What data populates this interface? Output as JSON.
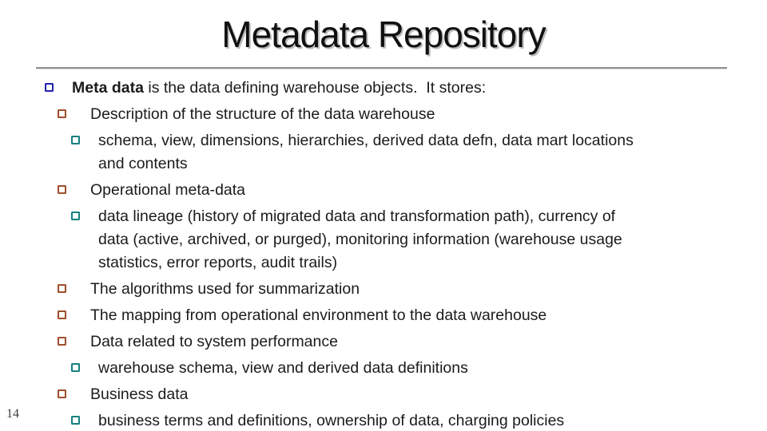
{
  "slide": {
    "title": "Metadata Repository",
    "page_number": "14"
  },
  "colors": {
    "level1_bullet": "#2121AC",
    "level2_bullet": "#9E4E2B",
    "level3_bullet": "#16807E",
    "divider": "#8f8f8f",
    "title_text": "#101010",
    "body_text": "#1b1b1b",
    "page_number_text": "#3c3c3c"
  },
  "bullets": [
    {
      "level": 1,
      "bold": "Meta data",
      "text": " is the data defining warehouse objects.  It stores:"
    },
    {
      "level": 2,
      "bold": "",
      "text": "Description of the structure of the data warehouse"
    },
    {
      "level": 3,
      "bold": "",
      "text": "schema, view, dimensions, hierarchies, derived data defn, data mart locations\nand contents"
    },
    {
      "level": 2,
      "bold": "",
      "text": "Operational meta-data"
    },
    {
      "level": 3,
      "bold": "",
      "text": "data lineage (history of migrated data and transformation path), currency of\ndata (active, archived, or purged), monitoring information (warehouse usage\nstatistics, error reports, audit trails)"
    },
    {
      "level": 2,
      "bold": "",
      "text": "The algorithms used for summarization"
    },
    {
      "level": 2,
      "bold": "",
      "text": "The mapping from operational environment to the data warehouse"
    },
    {
      "level": 2,
      "bold": "",
      "text": "Data related to system performance"
    },
    {
      "level": 3,
      "bold": "",
      "text": "warehouse schema, view and derived data definitions"
    },
    {
      "level": 2,
      "bold": "",
      "text": "Business data"
    },
    {
      "level": 3,
      "bold": "",
      "text": "business terms and definitions, ownership of data, charging policies"
    }
  ]
}
